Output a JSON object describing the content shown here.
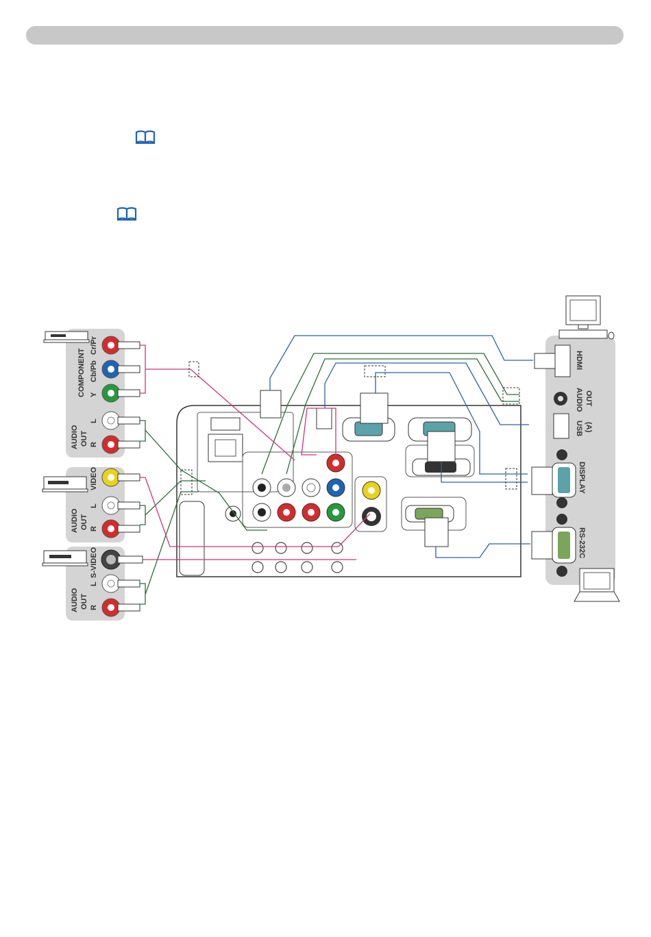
{
  "icons": {
    "reference_book": "book-icon"
  },
  "colors": {
    "header_bar": "#c8c8c8",
    "panel": "#d4d4d4",
    "cable_blue": "#2f5fa8",
    "cable_green": "#2e6b3a",
    "cable_pink": "#d2327a",
    "jack_red": "#d62b2b",
    "jack_blue": "#1f63b5",
    "jack_green": "#25993c",
    "jack_yellow": "#e9d21a",
    "jack_white": "#ffffff"
  },
  "left_devices": {
    "component_group": {
      "title": "COMPONENT",
      "labels": [
        "Cr/Pr",
        "Cb/Pb",
        "Y"
      ],
      "audio_title_1": "AUDIO",
      "audio_title_2": "OUT",
      "audio_labels": [
        "L",
        "R"
      ]
    },
    "video_group": {
      "video_label": "VIDEO",
      "audio_title_1": "AUDIO",
      "audio_title_2": "OUT",
      "audio_labels": [
        "L",
        "R"
      ]
    },
    "svideo_group": {
      "svideo_label": "S-VIDEO",
      "audio_title_1": "AUDIO",
      "audio_title_2": "OUT",
      "audio_labels": [
        "L",
        "R"
      ]
    }
  },
  "right_panel": {
    "hdmi": "HDMI",
    "audio_out_1": "AUDIO",
    "audio_out_2": "OUT",
    "usb_1": "USB",
    "usb_2": "(A)",
    "display": "DISPLAY",
    "rs232c": "RS-232C"
  }
}
